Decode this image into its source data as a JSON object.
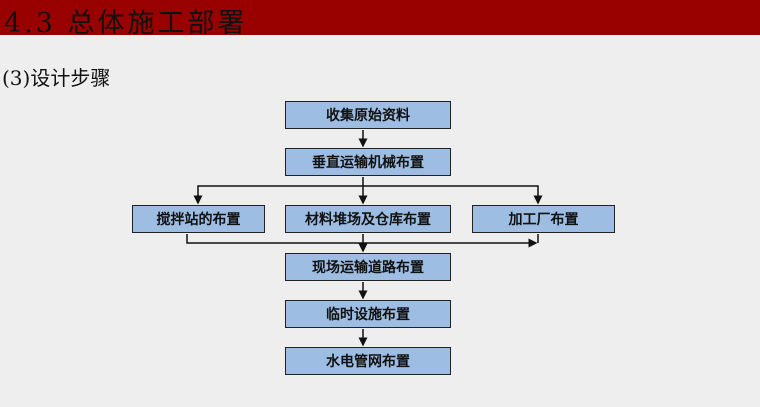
{
  "header": {
    "title": "4.3 总体施工部署"
  },
  "subtitle": "(3)设计步骤",
  "flow": {
    "step1": "收集原始资料",
    "step2": "垂直运输机械布置",
    "step3a": "搅拌站的布置",
    "step3b": "材料堆场及仓库布置",
    "step3c": "加工厂布置",
    "step4": "现场运输道路布置",
    "step5": "临时设施布置",
    "step6": "水电管网布置"
  },
  "colors": {
    "header": "#990000",
    "box": "#9dbde3",
    "background": "#eeeeee"
  }
}
